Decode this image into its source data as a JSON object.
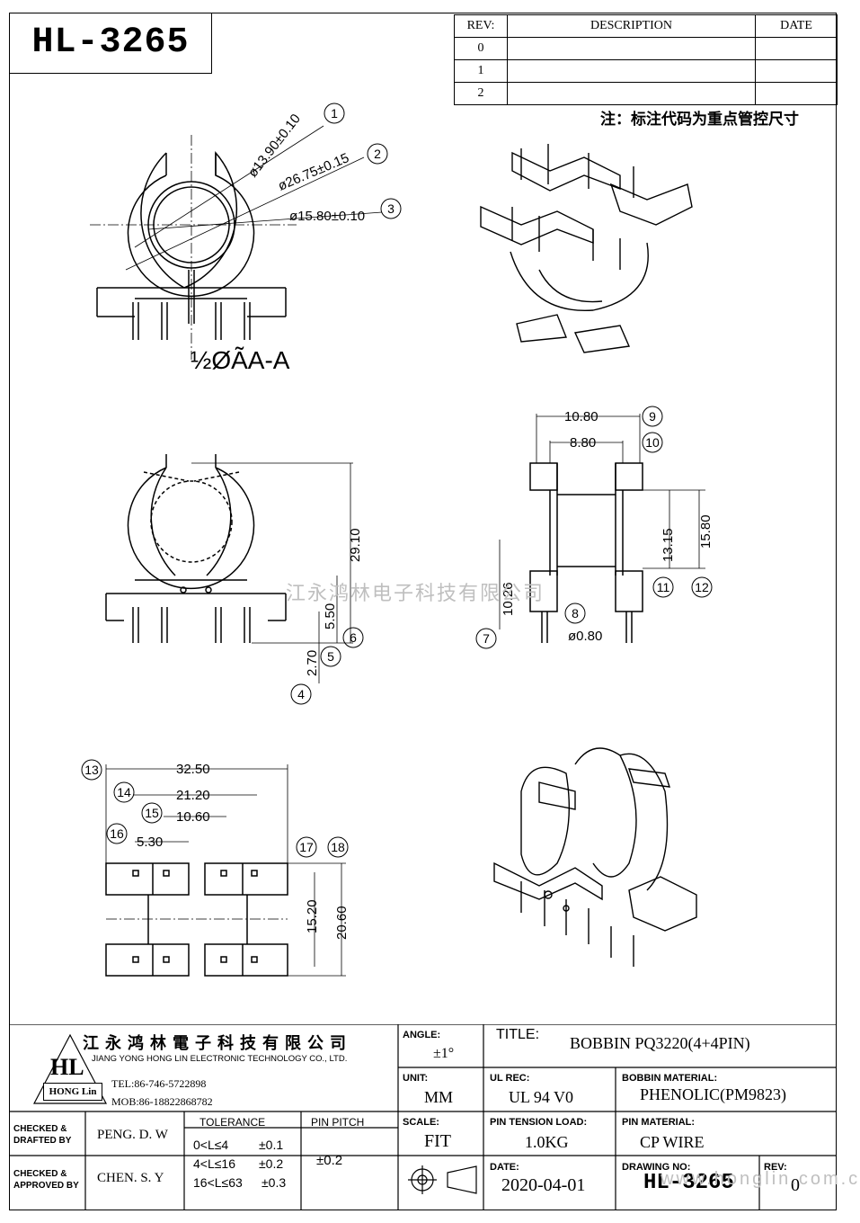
{
  "drawing_title": "HL-3265",
  "revision_table": {
    "headers": [
      "REV:",
      "DESCRIPTION",
      "DATE"
    ],
    "rows": [
      "0",
      "1",
      "2"
    ]
  },
  "note": "注：标注代码为重点管控尺寸",
  "section_label": "½ØÃA-A",
  "dimensions": {
    "d1": "ø13.90±0.10",
    "d2": "ø26.75±0.15",
    "d3": "ø15.80±0.10",
    "d29": "29.10",
    "d550": "5.50",
    "d270": "2.70",
    "d1080": "10.80",
    "d880": "8.80",
    "d1315": "13.15",
    "d1580": "15.80",
    "d1026": "10.26",
    "d080": "ø0.80",
    "d3250": "32.50",
    "d2120": "21.20",
    "d1060": "10.60",
    "d530": "5.30",
    "d1520": "15.20",
    "d2060": "20.60"
  },
  "callouts": [
    "1",
    "2",
    "3",
    "4",
    "5",
    "6",
    "7",
    "8",
    "9",
    "10",
    "11",
    "12",
    "13",
    "14",
    "15",
    "16",
    "17",
    "18"
  ],
  "watermark": "江永鸿林电子科技有限公司",
  "watermark2": "www.honglin.com.cn",
  "title_block": {
    "company_cn": "江 永 鸿 林 電 子 科 技 有 限 公 司",
    "company_en": "JIANG YONG HONG LIN ELECTRONIC TECHNOLOGY CO., LTD.",
    "tel": "TEL:86-746-5722898",
    "mob": "MOB:86-18822868782",
    "logo_text": "HL",
    "logo_sub": "HONG Lin",
    "angle_label": "ANGLE:",
    "angle_value": "±1°",
    "title_label": "TITLE:",
    "title_value": "BOBBIN  PQ3220(4+4PIN)",
    "unit_label": "UNIT:",
    "unit_value": "MM",
    "ulrec_label": "UL REC:",
    "ulrec_value": "UL 94 V0",
    "bobbin_mat_label": "BOBBIN MATERIAL:",
    "bobbin_mat_value": "PHENOLIC(PM9823)",
    "checked_drafted_label1": "CHECKED &",
    "checked_drafted_label2": "DRAFTED BY",
    "drafter": "PENG. D. W",
    "checked_approved_label1": "CHECKED &",
    "checked_approved_label2": "APPROVED BY",
    "approver": "CHEN. S. Y",
    "tolerance_label": "TOLERANCE",
    "tolerances": [
      {
        "range": "0<L≤4",
        "tol": "±0.1"
      },
      {
        "range": "4<L≤16",
        "tol": "±0.2"
      },
      {
        "range": "16<L≤63",
        "tol": "±0.3"
      }
    ],
    "pin_pitch_label": "PIN PITCH",
    "pin_pitch_value": "±0.2",
    "scale_label": "SCALE:",
    "scale_value": "FIT",
    "pin_tension_label": "PIN TENSION LOAD:",
    "pin_tension_value": "1.0KG",
    "pin_mat_label": "PIN MATERIAL:",
    "pin_mat_value": "CP WIRE",
    "date_label": "DATE:",
    "date_value": "2020-04-01",
    "drawing_no_label": "DRAWING NO:",
    "drawing_no_value": "HL-3265",
    "rev_label": "REV:",
    "rev_value": "0"
  }
}
